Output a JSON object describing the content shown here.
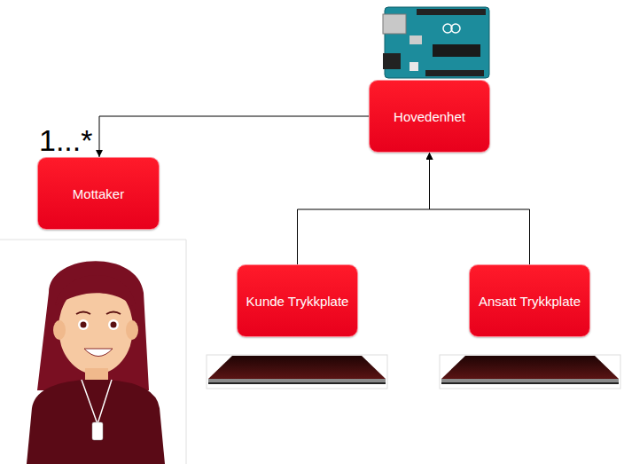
{
  "diagram": {
    "nodes": [
      {
        "text": [
          "Hovedenhet"
        ]
      },
      {
        "text": [
          "Mottaker"
        ]
      },
      {
        "text": [
          "Kunde Trykkplate"
        ]
      },
      {
        "text": [
          "Ansatt Trykkplate"
        ]
      }
    ],
    "edges": [
      {
        "from": 0,
        "to": 1,
        "arrow": "to"
      },
      {
        "from": 2,
        "to": 0,
        "arrow": "to"
      },
      {
        "from": 3,
        "to": 0,
        "arrow": "to"
      }
    ],
    "labels": [
      "1...*"
    ]
  }
}
